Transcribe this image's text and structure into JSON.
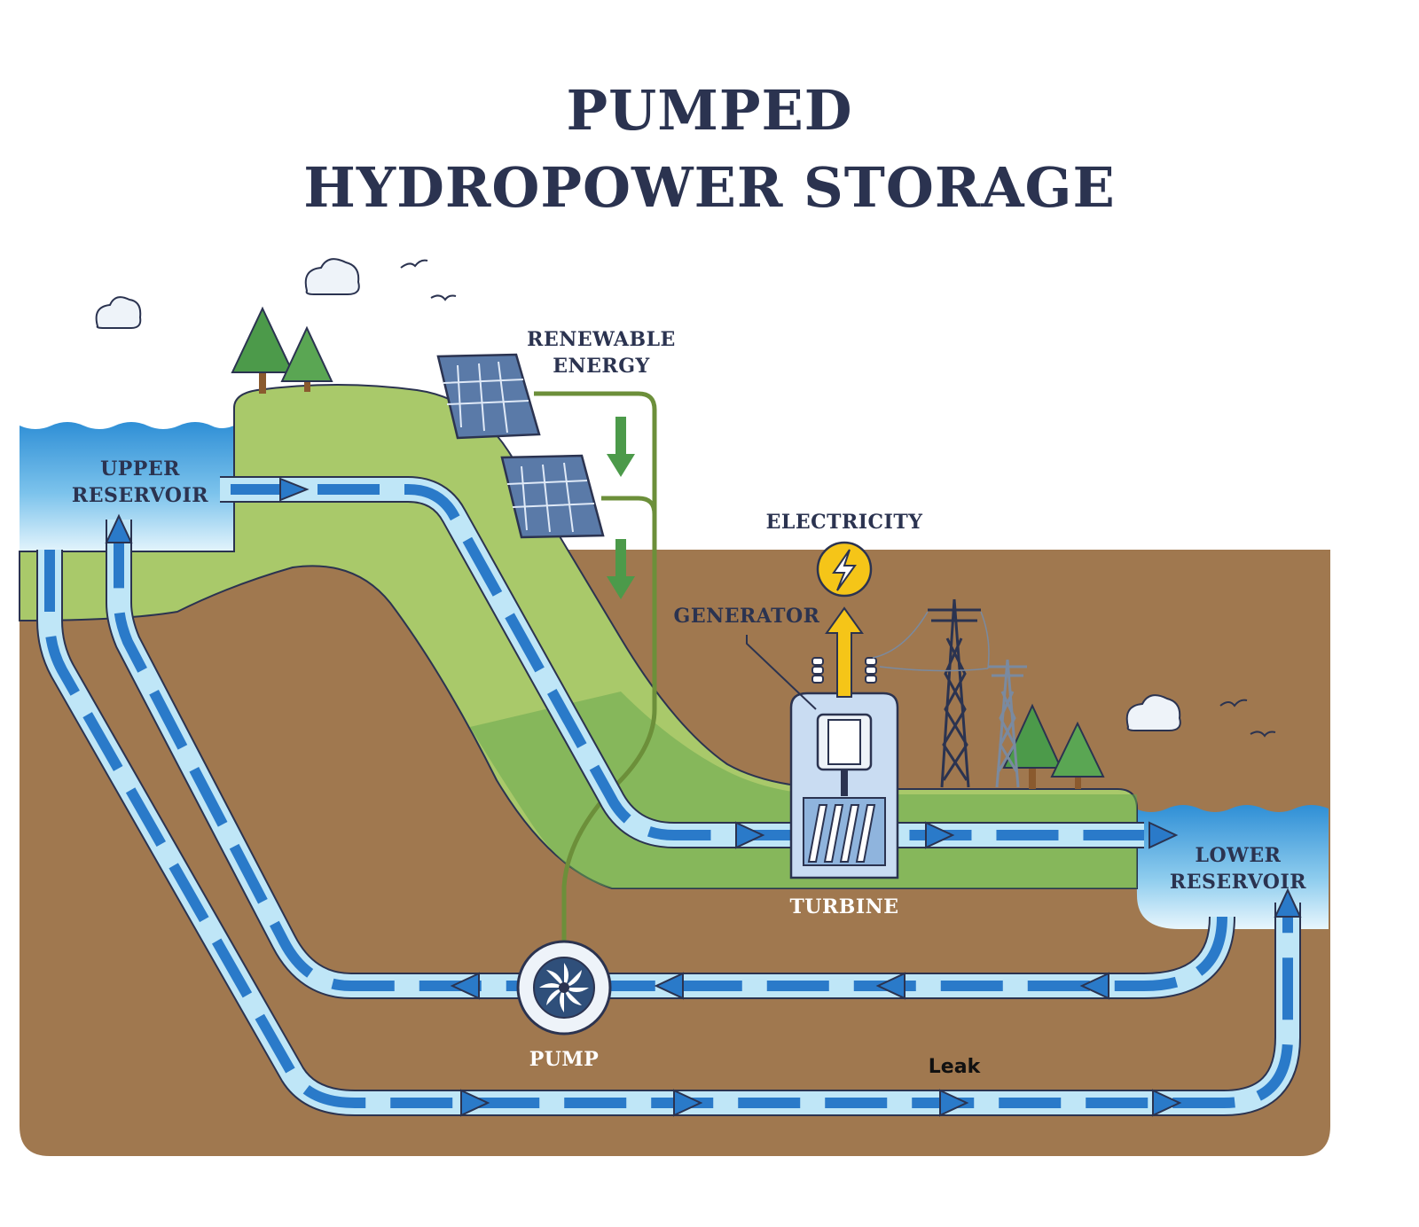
{
  "title": {
    "line1": "PUMPED",
    "line2": "HYDROPOWER STORAGE"
  },
  "labels": {
    "upper_reservoir": [
      "UPPER",
      "RESERVOIR"
    ],
    "lower_reservoir": [
      "LOWER",
      "RESERVOIR"
    ],
    "renewable_energy": [
      "RENEWABLE",
      "ENERGY"
    ],
    "electricity": "ELECTRICITY",
    "generator": "GENERATOR",
    "turbine": "TURBINE",
    "pump": "PUMP",
    "leak": "Leak"
  },
  "colors": {
    "water": "#2f8fd6",
    "water_light": "#d8f0fb",
    "pipe_fill": "#bfe6f7",
    "arrow": "#2a7ac9",
    "grass": "#a9c96a",
    "grass_dark": "#6aa84f",
    "soil": "#a0784f",
    "outline": "#2b3350",
    "electric": "#f5c518"
  }
}
